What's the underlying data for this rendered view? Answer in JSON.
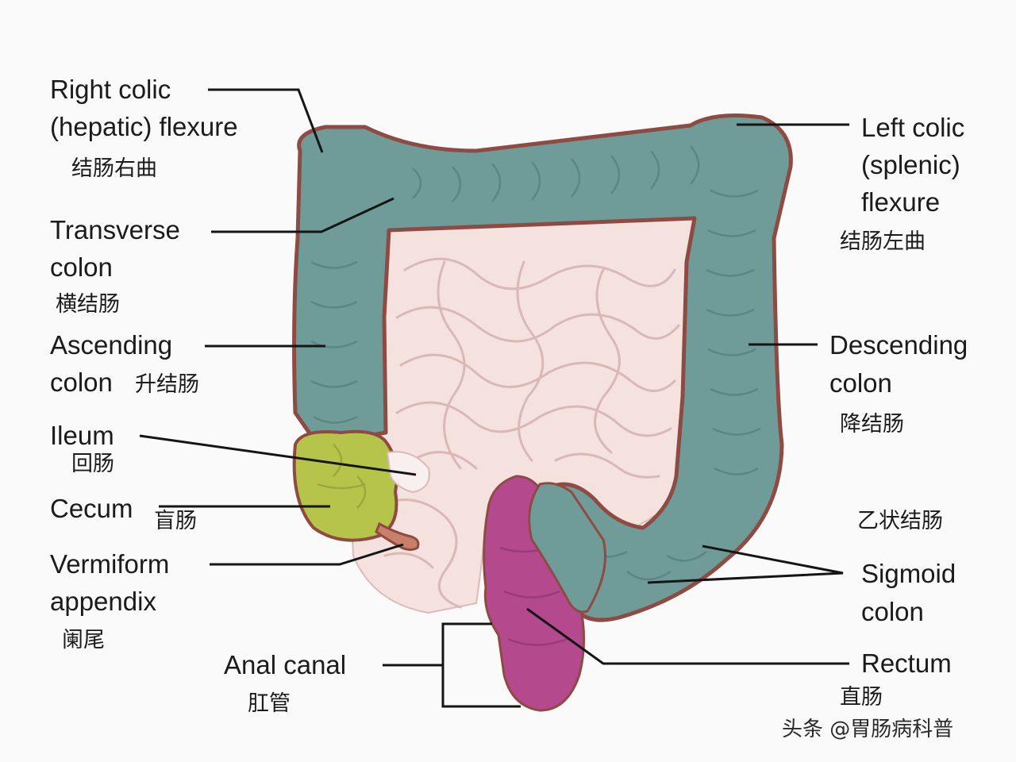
{
  "labels": {
    "right_colic_flexure": {
      "en_line1": "Right colic",
      "en_line2": "(hepatic) flexure",
      "zh": "结肠右曲"
    },
    "transverse_colon": {
      "en_line1": "Transverse",
      "en_line2": "colon",
      "zh": "横结肠"
    },
    "ascending_colon": {
      "en_line1": "Ascending",
      "en_line2": "colon",
      "zh": "升结肠"
    },
    "ileum": {
      "en": "Ileum",
      "zh": "回肠"
    },
    "cecum": {
      "en": "Cecum",
      "zh": "盲肠"
    },
    "vermiform_appendix": {
      "en_line1": "Vermiform",
      "en_line2": "appendix",
      "zh": "阑尾"
    },
    "anal_canal": {
      "en": "Anal canal",
      "zh": "肛管"
    },
    "left_colic_flexure": {
      "en_line1": "Left colic",
      "en_line2": "(splenic)",
      "en_line3": "flexure",
      "zh": "结肠左曲"
    },
    "descending_colon": {
      "en_line1": "Descending",
      "en_line2": "colon",
      "zh": "降结肠"
    },
    "sigmoid_colon": {
      "en_line1": "Sigmoid",
      "en_line2": "colon",
      "zh": "乙状结肠"
    },
    "rectum": {
      "en": "Rectum",
      "zh": "直肠"
    }
  },
  "watermark": "头条 @胃肠病科普",
  "colors": {
    "colon": "#6f9c99",
    "colon_outline": "#8e4b43",
    "small_intestine": "#f5e2df",
    "small_intestine_lines": "#dbbcb8",
    "cecum": "#b7c44a",
    "rectum": "#b4498e",
    "leader": "#151515"
  }
}
